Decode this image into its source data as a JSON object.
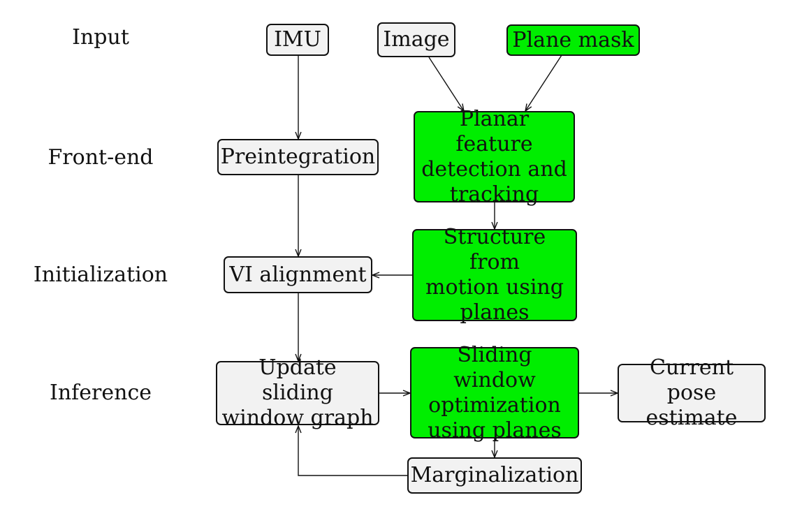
{
  "stages": {
    "input": "Input",
    "front_end": "Front-end",
    "initialization": "Initialization",
    "inference": "Inference"
  },
  "nodes": {
    "imu": "IMU",
    "image": "Image",
    "plane_mask": "Plane mask",
    "preintegration": "Preintegration",
    "planar_feature": "Planar feature\ndetection and\ntracking",
    "vi_alignment": "VI alignment",
    "sfm_planes": "Structure from\nmotion using\nplanes",
    "update_graph": "Update sliding\nwindow graph",
    "sliding_opt": "Sliding window\noptimization\nusing planes",
    "current_pose": "Current pose\nestimate",
    "marginalization": "Marginalization"
  },
  "colors": {
    "plane_node": "#00ee00",
    "default_node": "#f2f2f2",
    "stroke": "#111111"
  }
}
